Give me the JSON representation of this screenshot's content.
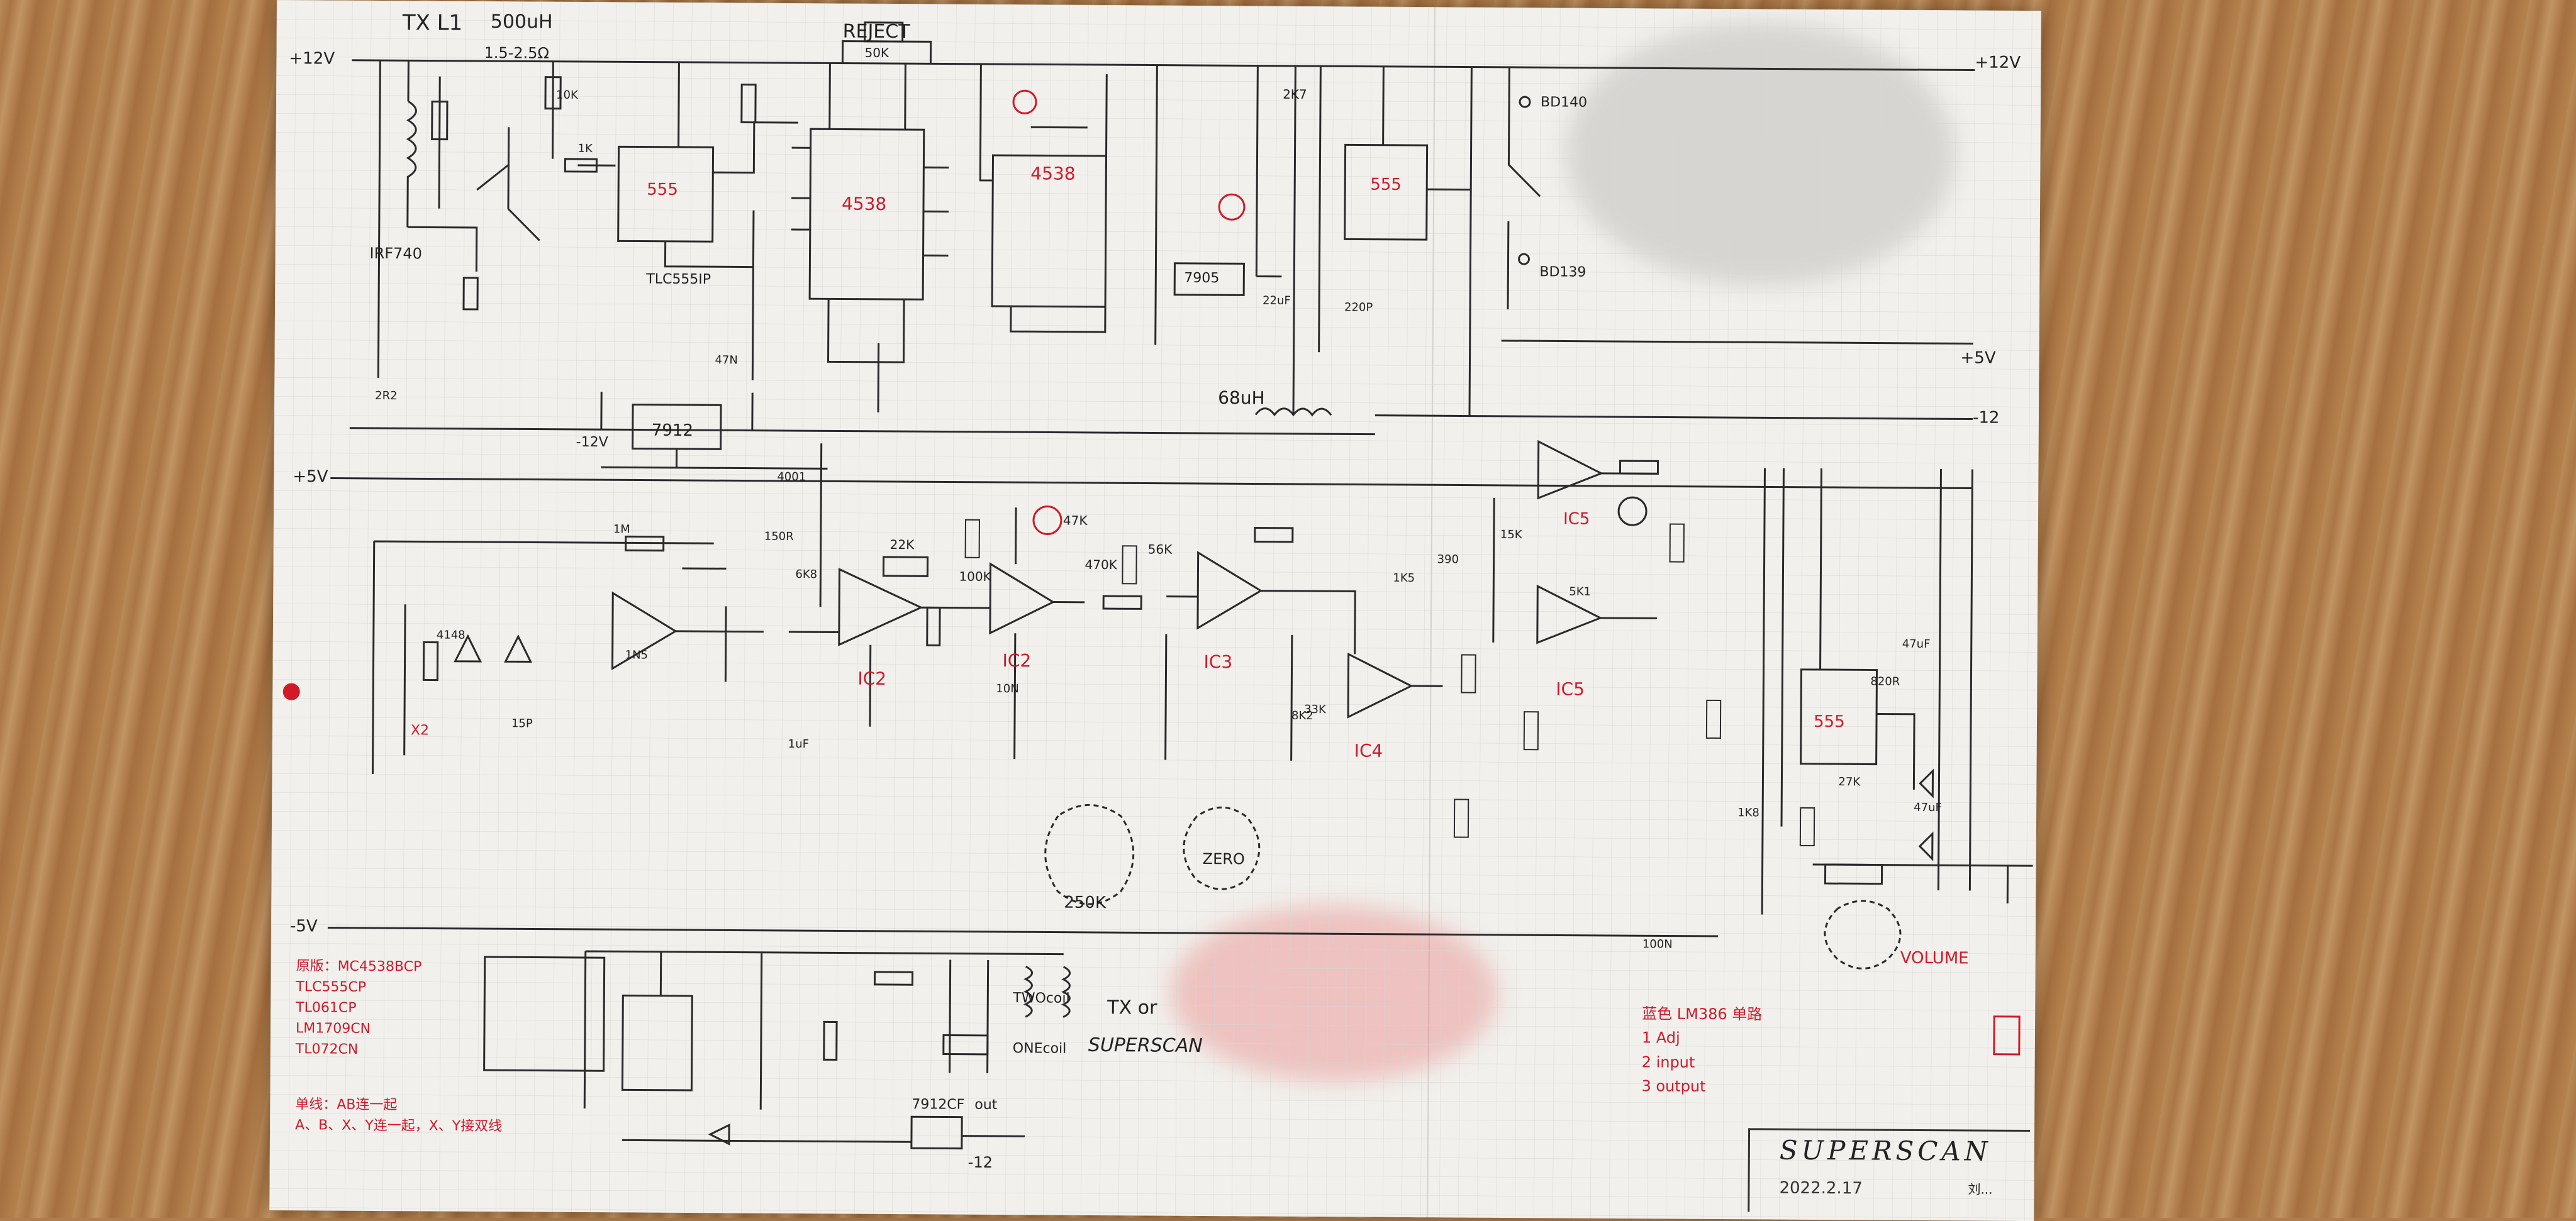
{
  "labels": {
    "tx_l1": "TX L1",
    "tx_500uh": "500uH",
    "tx_ohm": "1.5-2.5Ω",
    "reject": "REJECT",
    "pot_50k": "50K",
    "plus12_left": "+12V",
    "plus12_right": "+12V",
    "plus5_right": "+5V",
    "minus12_right": "-12",
    "plus5_left": "+5V",
    "minus5_left": "-5V",
    "minus12_left": "-12V",
    "ind_68uh": "68uH",
    "ic555_a": "555",
    "ic555_b": "555",
    "ic555_c": "555",
    "ic4538_a": "4538",
    "ic4538_b": "4538",
    "irf740": "IRF740",
    "tlc555": "TLC555IP",
    "reg7912": "7912",
    "reg7905": "7905",
    "ic2_a": "IC2",
    "ic2_b": "IC2",
    "ic3": "IC3",
    "ic4": "IC4",
    "ic5_a": "IC5",
    "ic5_b": "IC5",
    "zero": "ZERO",
    "r250k": "250K",
    "volume": "VOLUME",
    "bd139": "BD139",
    "bd140": "BD140",
    "super_scan": "SUPERSCAN",
    "date": "2022.2.17",
    "author": "刘...",
    "twocoil": "TWOcoil",
    "onecoil": "ONEcoil",
    "tx_or": "TX or",
    "super_scan_note": "SUPERSCAN",
    "reg_7912cf": "7912CF",
    "out": "out",
    "minus12_bottom": "-12"
  },
  "red_notes": {
    "parts_list": [
      "原版：MC4538BCP",
      "TLC555CP",
      "TL061CP",
      "LM1709CN",
      "TL072CN"
    ],
    "note_ab": [
      "单线：AB连一起",
      "A、B、X、Y连一起，X、Y接双线"
    ],
    "adj_note": [
      "蓝色 LM386 单路",
      "1 Adj",
      "2 input",
      "3 output"
    ],
    "x2": "X2"
  },
  "components": [
    "10K",
    "1K",
    "22K",
    "47K",
    "100K",
    "470K",
    "56K",
    "2K7",
    "1M",
    "150R",
    "4148",
    "33K",
    "15K",
    "100N",
    "47N",
    "22uF",
    "47uF",
    "1uF",
    "1N5",
    "2R2",
    "4001",
    "6K8",
    "390",
    "10N",
    "8K2",
    "1K5",
    "27K",
    "820R",
    "47uF",
    "220P",
    "5K1",
    "15P",
    "1K8"
  ]
}
